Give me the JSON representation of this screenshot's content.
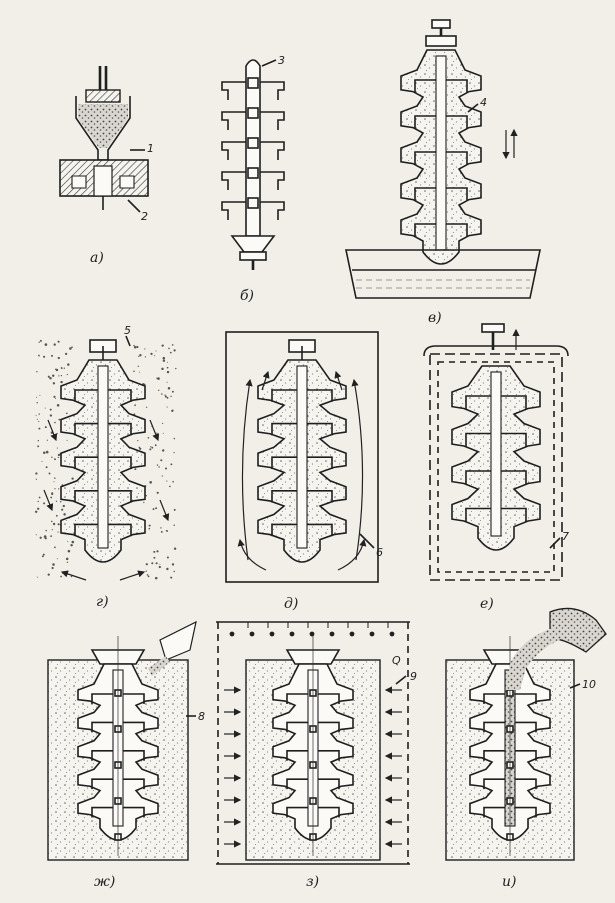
{
  "panels": [
    {
      "id": "a",
      "caption": "а)",
      "callouts": [
        "1",
        "2"
      ]
    },
    {
      "id": "b",
      "caption": "б)",
      "callouts": [
        "3"
      ]
    },
    {
      "id": "v",
      "caption": "в)",
      "callouts": [
        "4"
      ]
    },
    {
      "id": "g",
      "caption": "г)",
      "callouts": [
        "5"
      ]
    },
    {
      "id": "d",
      "caption": "д)",
      "callouts": [
        "6"
      ]
    },
    {
      "id": "e",
      "caption": "е)",
      "callouts": [
        "7"
      ]
    },
    {
      "id": "zh",
      "caption": "ж)",
      "callouts": [
        "8"
      ]
    },
    {
      "id": "z",
      "caption": "з)",
      "callouts": [
        "9",
        "Q"
      ]
    },
    {
      "id": "i",
      "caption": "и)",
      "callouts": [
        "10"
      ]
    }
  ],
  "colors": {
    "ink": "#1f1f1f",
    "paper": "#f1efe8",
    "sand": "#7a7a7a"
  }
}
